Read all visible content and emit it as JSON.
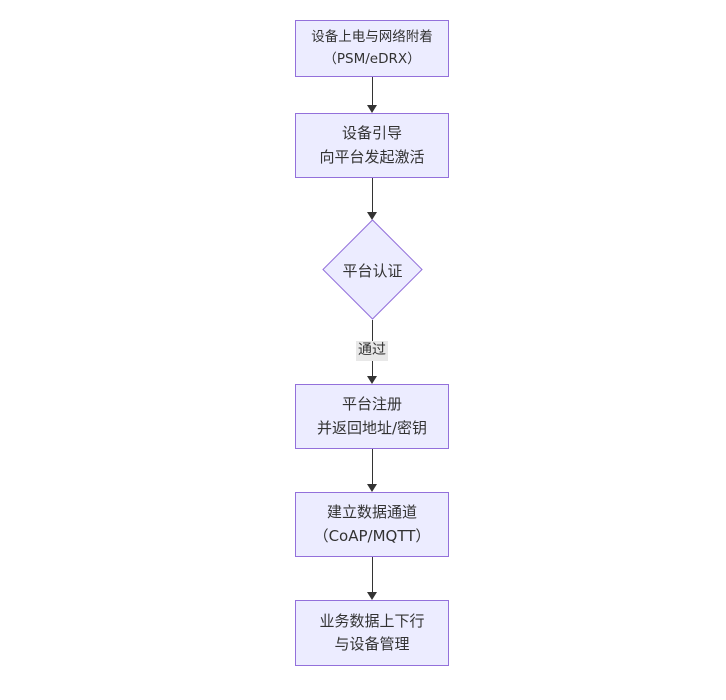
{
  "theme": {
    "canvas-bg": "#ffffff",
    "node-fill": "#ececff",
    "node-border": "#9370db",
    "line-color": "#333333",
    "text-color": "#333333",
    "edge-label-bg": "#e8e8e8"
  },
  "diagram": {
    "type": "flowchart",
    "direction": "top-down"
  },
  "nodes": {
    "power_attach": {
      "shape": "rect",
      "line1": "设备上电与网络附着",
      "line2": "（PSM/eDRX）"
    },
    "bootstrap": {
      "shape": "rect",
      "line1": "设备引导",
      "line2": "向平台发起激活"
    },
    "platform_auth": {
      "shape": "diamond",
      "label": "平台认证"
    },
    "register": {
      "shape": "rect",
      "line1": "平台注册",
      "line2": "并返回地址/密钥"
    },
    "data_channel": {
      "shape": "rect",
      "line1": "建立数据通道",
      "line2": "（CoAP/MQTT）"
    },
    "business": {
      "shape": "rect",
      "line1": "业务数据上下行",
      "line2": "与设备管理"
    }
  },
  "edges": {
    "auth_to_register_label": "通过"
  }
}
